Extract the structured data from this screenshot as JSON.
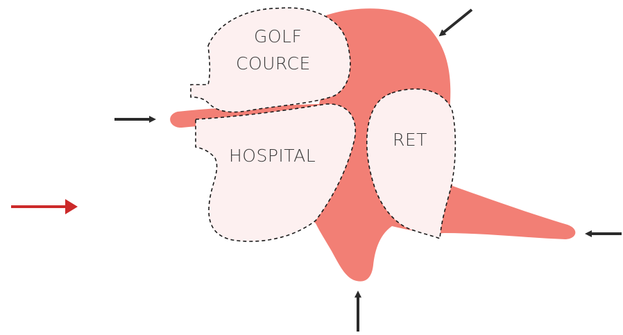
{
  "colors": {
    "blob": "#f27f75",
    "zone_fill": "#fdf0f0",
    "zone_outline": "#1a1a1a",
    "label_text": "#3a3a3a",
    "arrow_dark": "#2b2b2b",
    "arrow_red": "#cc2a2a"
  },
  "zones": {
    "golf": {
      "line1": "GOLF",
      "line2": "COURCE"
    },
    "hospital": {
      "label": "HOSPITAL"
    },
    "ret": {
      "label": "RET"
    }
  },
  "arrows": {
    "top_right": "inward-arrow",
    "left": "inward-arrow",
    "bottom": "inward-arrow",
    "right": "inward-arrow",
    "red_indicator": "direction-arrow"
  }
}
